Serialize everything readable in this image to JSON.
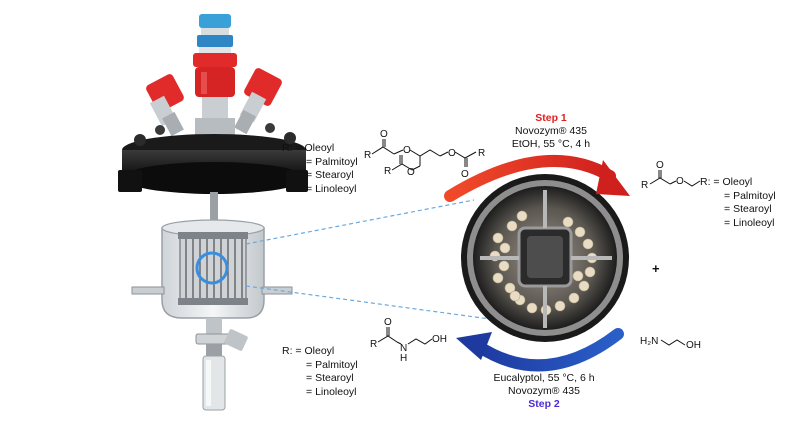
{
  "step1": {
    "label": "Step 1",
    "enzyme": "Novozym® 435",
    "conditions": "EtOH, 55 °C, 4 h",
    "color": "#e01f1f"
  },
  "step2": {
    "label": "Step 2",
    "enzyme": "Novozym® 435",
    "conditions": "Eucalyptol, 55 °C, 6 h",
    "color": "#4b2bd6"
  },
  "r_groups": {
    "prefix": "R: =",
    "eq": "=",
    "items": [
      "Oleoyl",
      "Palmitoyl",
      "Stearoyl",
      "Linoleoyl"
    ]
  },
  "atoms": {
    "R": "R",
    "O": "O",
    "N": "N",
    "H": "H",
    "OH": "OH",
    "H2N": "H₂N"
  },
  "plus": "+",
  "colors": {
    "arrow_red": "#e8342a",
    "arrow_blue": "#2a49b8",
    "cap_red": "#e12b2b",
    "cap_blue": "#3aa0d8",
    "guide_line": "#6aa9e0"
  }
}
